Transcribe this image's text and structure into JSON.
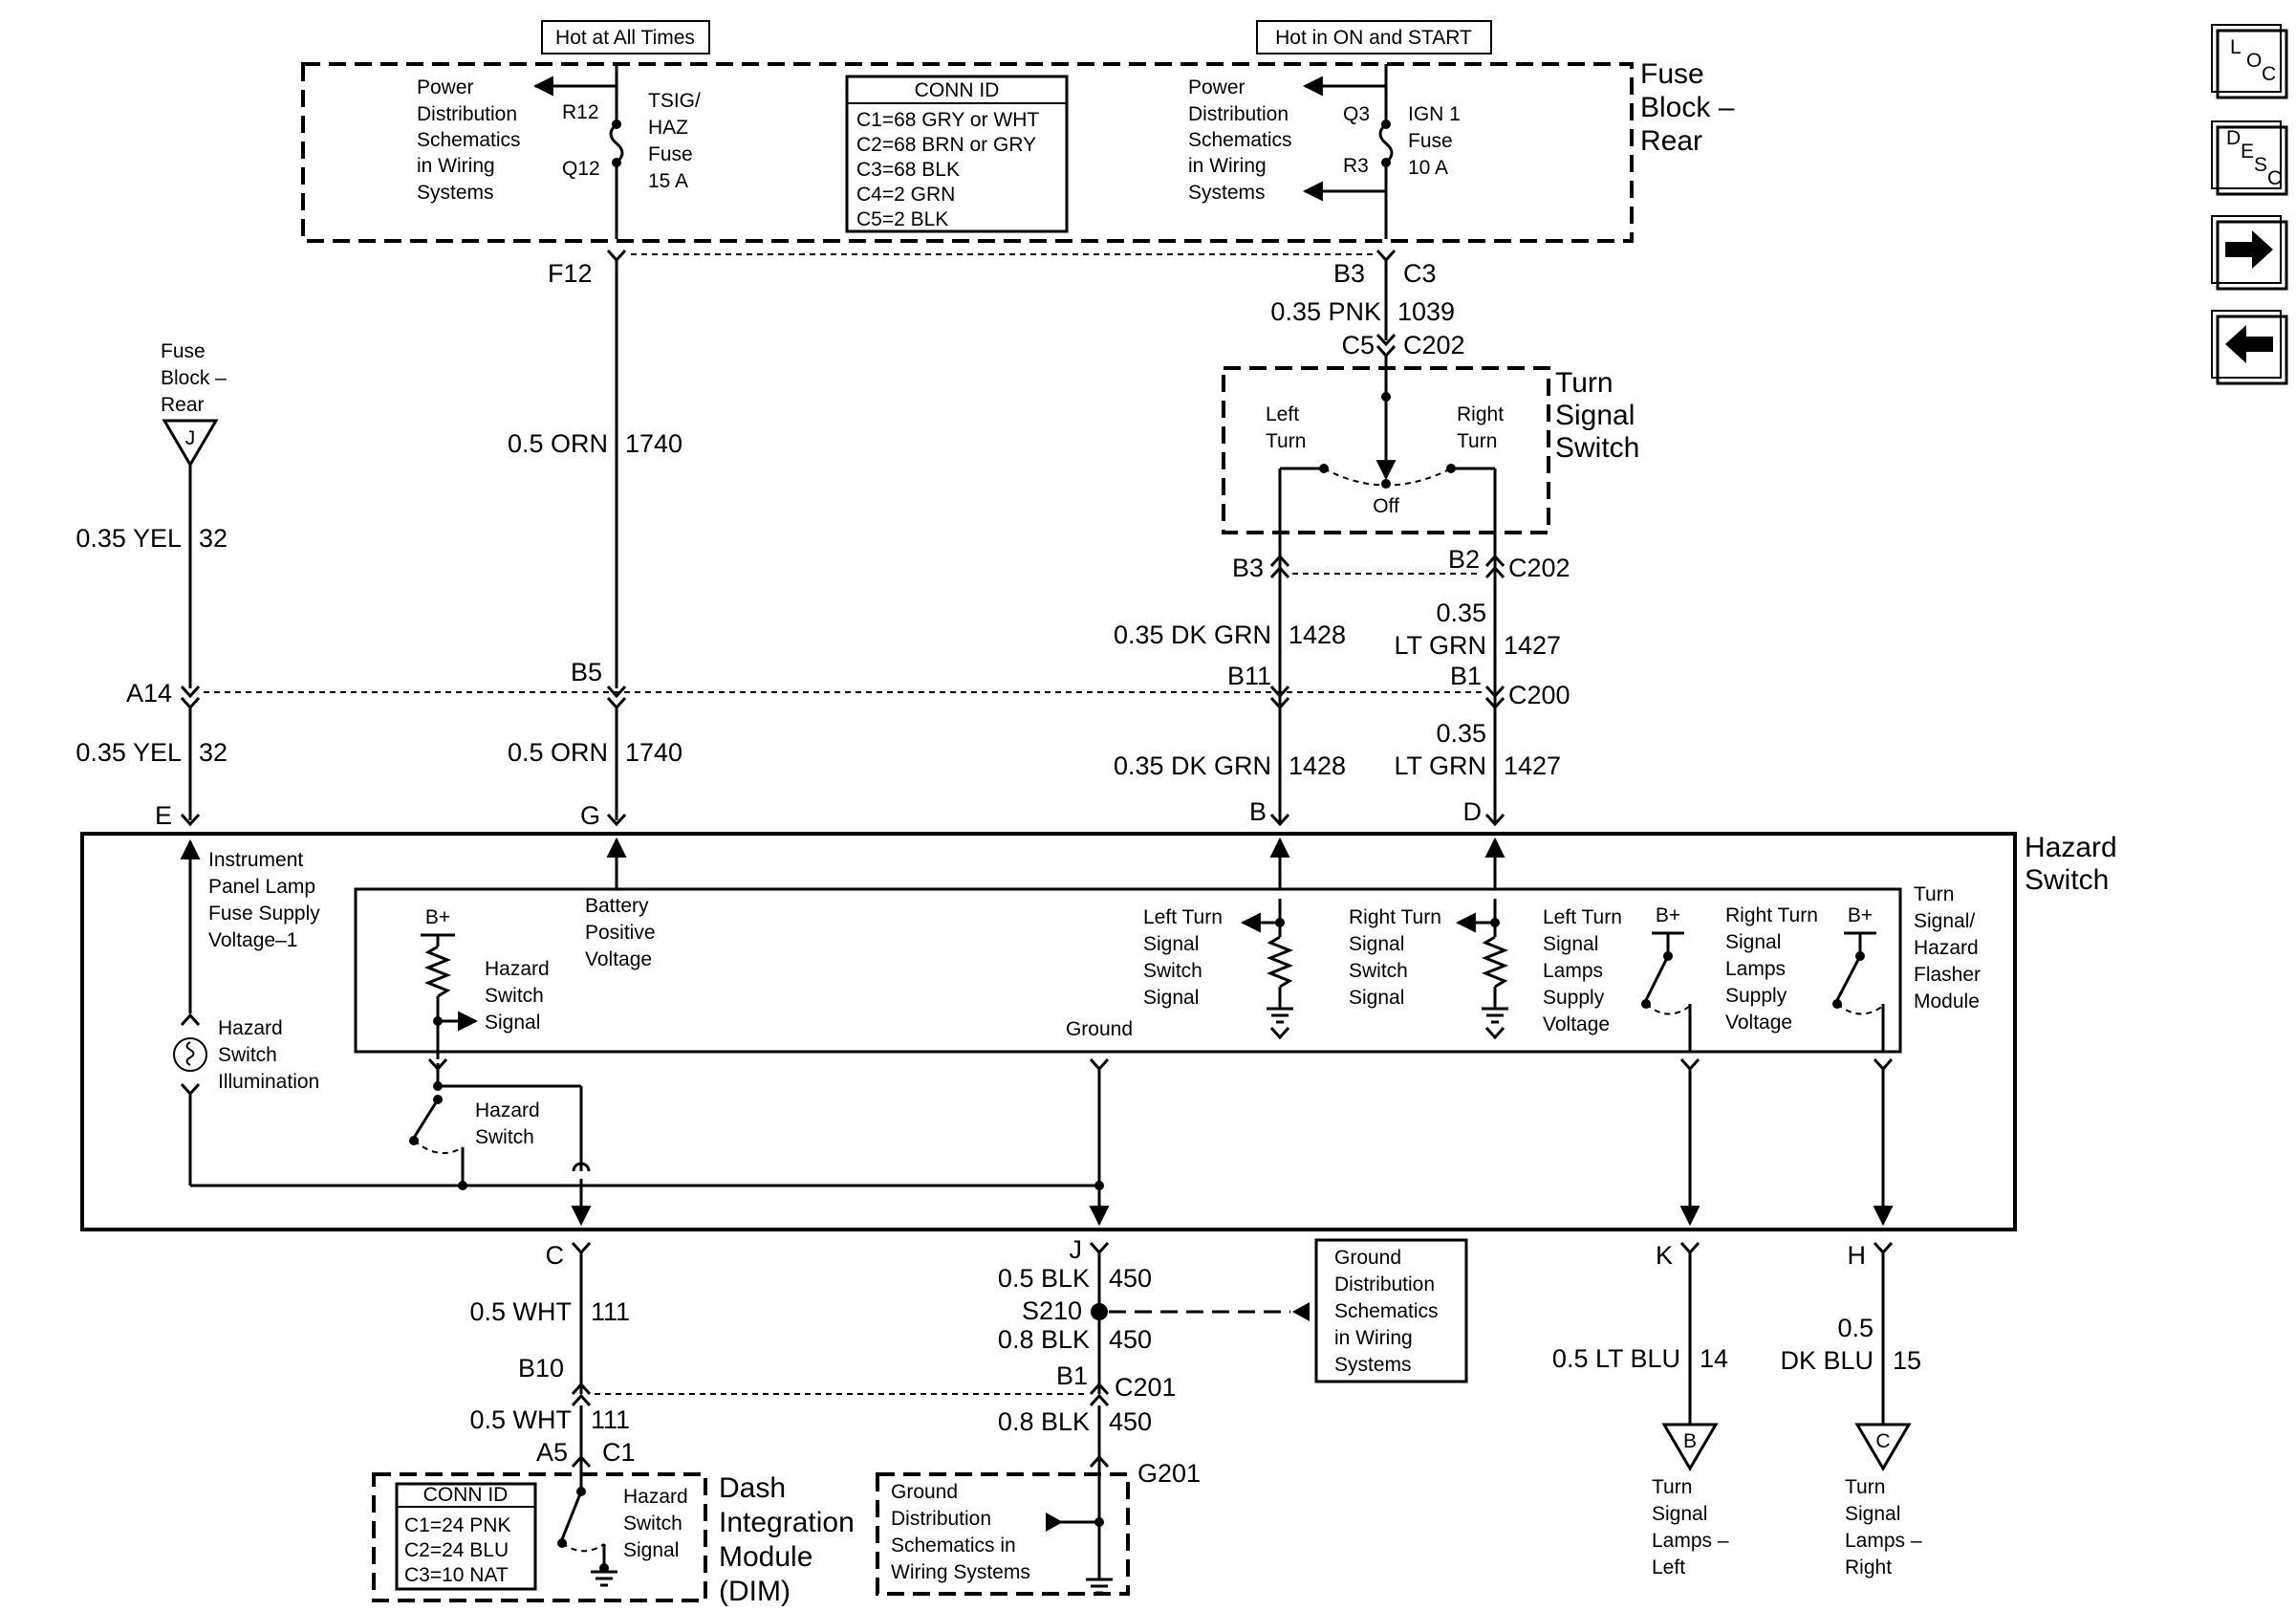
{
  "header": {
    "hot_at_all_times": "Hot at All Times",
    "hot_in_on_start": "Hot in ON and START"
  },
  "fuse_block": {
    "title": [
      "Fuse",
      "Block –",
      "Rear"
    ],
    "left_pdist": [
      "Power",
      "Distribution",
      "Schematics",
      "in Wiring",
      "Systems"
    ],
    "right_pdist": [
      "Power",
      "Distribution",
      "Schematics",
      "in Wiring",
      "Systems"
    ],
    "r12": "R12",
    "q12": "Q12",
    "tsig_fuse": [
      "TSIG/",
      "HAZ",
      "Fuse",
      "15 A"
    ],
    "q3": "Q3",
    "r3": "R3",
    "ign_fuse": [
      "IGN 1",
      "Fuse",
      "10 A"
    ],
    "conn_id": {
      "title": "CONN ID",
      "lines": [
        "C1=68 GRY or WHT",
        "C2=68 BRN or GRY",
        "C3=68 BLK",
        "C4=2 GRN",
        "C5=2 BLK"
      ]
    },
    "f12": "F12",
    "b3": "B3",
    "c3": "C3"
  },
  "ref_fuse_block_j": {
    "lines": [
      "Fuse",
      "Block –",
      "Rear"
    ],
    "letter": "J"
  },
  "wires": {
    "pnk_1039": [
      "0.35 PNK",
      "1039"
    ],
    "orn_1740_a": [
      "0.5 ORN",
      "1740"
    ],
    "yel_32_a": [
      "0.35 YEL",
      "32"
    ],
    "dkgrn_1428_a": [
      "0.35 DK GRN",
      "1428"
    ],
    "ltgrn_1427_a": [
      "0.35",
      "LT GRN",
      "1427"
    ],
    "yel_32_b": [
      "0.35 YEL",
      "32"
    ],
    "orn_1740_b": [
      "0.5 ORN",
      "1740"
    ],
    "dkgrn_1428_b": [
      "0.35 DK GRN",
      "1428"
    ],
    "ltgrn_1427_b": [
      "0.35",
      "LT GRN",
      "1427"
    ],
    "wht_111_a": [
      "0.5 WHT",
      "111"
    ],
    "wht_111_b": [
      "0.5 WHT",
      "111"
    ],
    "blk_450_a": [
      "0.5 BLK",
      "450"
    ],
    "blk_450_b": [
      "0.8 BLK",
      "450"
    ],
    "blk_450_c": [
      "0.8 BLK",
      "450"
    ],
    "ltblu_14": [
      "0.5 LT BLU",
      "14"
    ],
    "dkblu_15": [
      "0.5",
      "DK BLU",
      "15"
    ]
  },
  "connectors": {
    "c5": "C5",
    "c202": "C202",
    "b3": "B3",
    "b2": "B2",
    "c202b": "C202",
    "a14": "A14",
    "b5": "B5",
    "b11": "B11",
    "b1": "B1",
    "c200": "C200",
    "e": "E",
    "g": "G",
    "b": "B",
    "d": "D",
    "c": "C",
    "j": "J",
    "k": "K",
    "h": "H",
    "s210": "S210",
    "b10": "B10",
    "b1b": "B1",
    "c201": "C201",
    "a5": "A5",
    "c1": "C1",
    "g201": "G201"
  },
  "turn_signal_switch": {
    "title": [
      "Turn",
      "Signal",
      "Switch"
    ],
    "left": [
      "Left",
      "Turn"
    ],
    "right": [
      "Right",
      "Turn"
    ],
    "off": "Off"
  },
  "hazard_switch": {
    "title": [
      "Hazard",
      "Switch"
    ],
    "ip_lamp": [
      "Instrument",
      "Panel Lamp",
      "Fuse Supply",
      "Voltage–1"
    ],
    "illum": [
      "Hazard",
      "Switch",
      "Illumination"
    ],
    "switch_label": [
      "Hazard",
      "Switch"
    ]
  },
  "flasher": {
    "title": [
      "Turn",
      "Signal/",
      "Hazard",
      "Flasher",
      "Module"
    ],
    "bplus": "B+",
    "hazard_signal": [
      "Hazard",
      "Switch",
      "Signal"
    ],
    "battery": [
      "Battery",
      "Positive",
      "Voltage"
    ],
    "ground": "Ground",
    "left_signal": [
      "Left Turn",
      "Signal",
      "Switch",
      "Signal"
    ],
    "right_signal": [
      "Right Turn",
      "Signal",
      "Switch",
      "Signal"
    ],
    "left_lamps": [
      "Left Turn",
      "Signal",
      "Lamps",
      "Supply",
      "Voltage"
    ],
    "right_lamps": [
      "Right Turn",
      "Signal",
      "Lamps",
      "Supply",
      "Voltage"
    ]
  },
  "ground_dist_right": [
    "Ground",
    "Distribution",
    "Schematics",
    "in Wiring",
    "Systems"
  ],
  "ground_dist_bottom": [
    "Ground",
    "Distribution",
    "Schematics in",
    "Wiring Systems"
  ],
  "dim": {
    "conn_id": {
      "title": "CONN ID",
      "lines": [
        "C1=24 PNK",
        "C2=24 BLU",
        "C3=10 NAT"
      ]
    },
    "signal": [
      "Hazard",
      "Switch",
      "Signal"
    ],
    "title": [
      "Dash",
      "Integration",
      "Module",
      "(DIM)"
    ]
  },
  "ref_b": {
    "letter": "B",
    "lines": [
      "Turn",
      "Signal",
      "Lamps –",
      "Left"
    ]
  },
  "ref_c": {
    "letter": "C",
    "lines": [
      "Turn",
      "Signal",
      "Lamps –",
      "Right"
    ]
  },
  "nav": {
    "loc": [
      "L",
      "O",
      "C"
    ],
    "desc": [
      "D",
      "E",
      "S",
      "C"
    ]
  }
}
